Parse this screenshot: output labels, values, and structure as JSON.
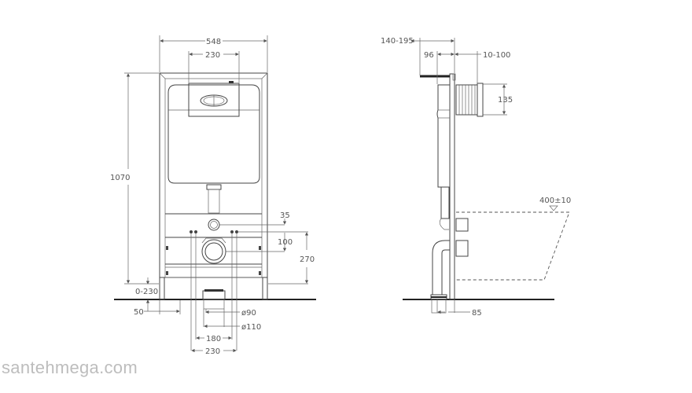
{
  "watermark": "santehmega.com",
  "front_view": {
    "dimensions": {
      "frame_width": "548",
      "plate_width": "230",
      "frame_height": "1070",
      "leg_adjust": "0-230",
      "flush_pipe_offset": "35",
      "bolt_spacing": "100",
      "bolt_height": "270",
      "leg_offset": "50",
      "drain_inner_diameter": "ø90",
      "drain_outer_diameter": "ø110",
      "bolt_spacing_lower": "180",
      "drain_span": "230"
    }
  },
  "side_view": {
    "dimensions": {
      "depth_range": "140-195",
      "frame_depth": "96",
      "button_offset": "10-100",
      "button_height": "135",
      "seat_height": "400±10",
      "drain_offset": "85"
    }
  },
  "colors": {
    "line": "#444444",
    "text": "#555555",
    "watermark": "#bdbdbd"
  }
}
